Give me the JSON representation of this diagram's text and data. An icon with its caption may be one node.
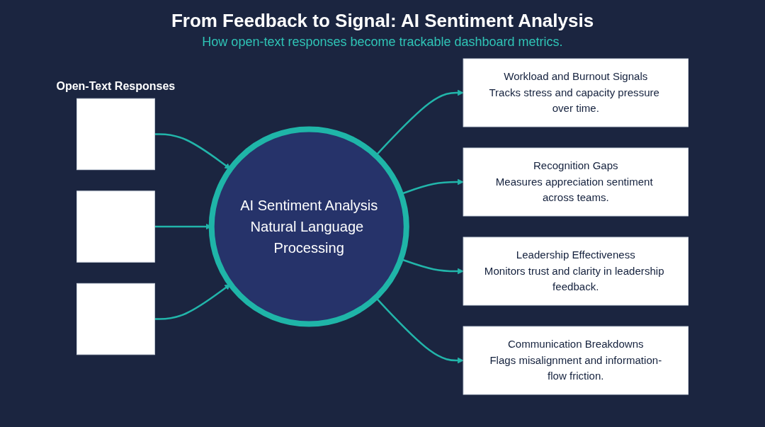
{
  "diagram": {
    "title": "From Feedback to Signal: AI Sentiment Analysis",
    "nodes": [
      {
        "text": [],
        "shape": "box"
      },
      {
        "text": [],
        "shape": "box"
      },
      {
        "text": [],
        "shape": "box"
      },
      {
        "text": [
          "AI Sentiment Analysis",
          "Natural Language Processing"
        ]
      },
      {
        "text": [
          "Workload and Burnout Signals",
          "Tracks stress and capacity pressure over time."
        ]
      },
      {
        "text": [
          "Recognition Gaps",
          "Measures appreciation sentiment across teams."
        ]
      },
      {
        "text": [
          "Leadership Effectiveness",
          "Monitors trust and clarity in leadership feedback."
        ]
      },
      {
        "text": [
          "Communication Breakdowns",
          "Flags misalignment and information-flow friction."
        ]
      }
    ],
    "edges": [
      {
        "from": 0,
        "to": 3,
        "arrow": "to"
      },
      {
        "from": 1,
        "to": 3,
        "arrow": "to"
      },
      {
        "from": 2,
        "to": 3,
        "arrow": "to"
      },
      {
        "from": 3,
        "to": 4,
        "arrow": "to"
      },
      {
        "from": 3,
        "to": 5,
        "arrow": "to"
      },
      {
        "from": 3,
        "to": 6,
        "arrow": "to"
      },
      {
        "from": 3,
        "to": 7,
        "arrow": "to"
      }
    ],
    "labels": [
      "How open-text responses become trackable dashboard metrics.",
      "Open-Text Responses"
    ]
  }
}
